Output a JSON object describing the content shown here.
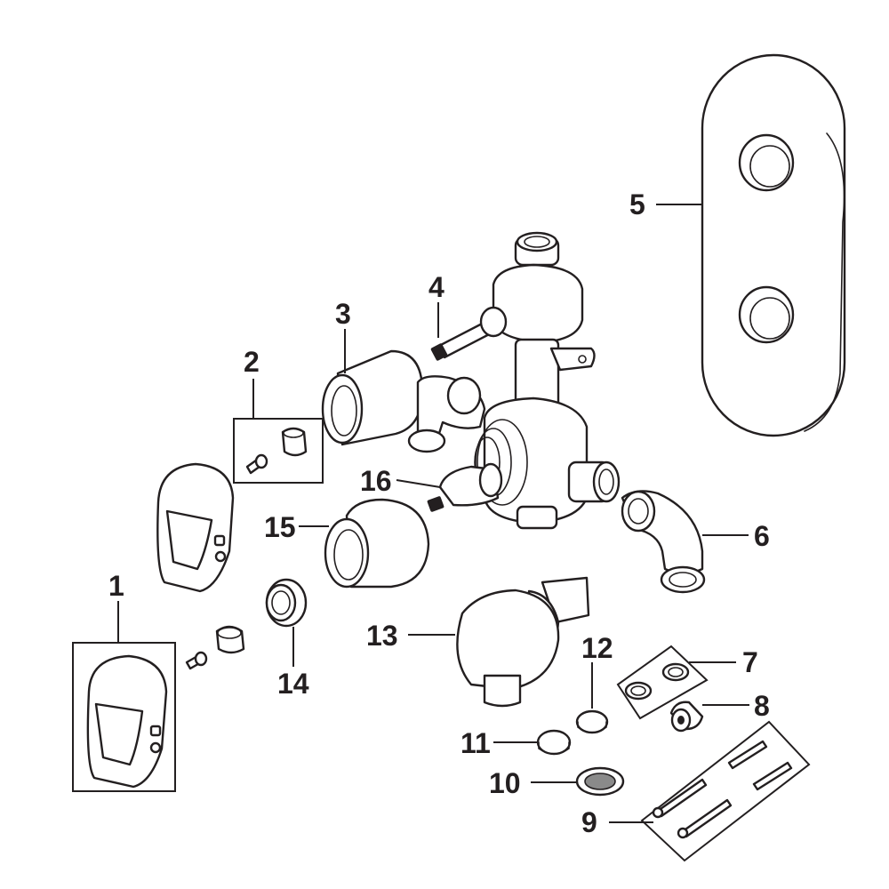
{
  "callouts": {
    "c1": "1",
    "c2": "2",
    "c3": "3",
    "c4": "4",
    "c5": "5",
    "c6": "6",
    "c7": "7",
    "c8": "8",
    "c9": "9",
    "c10": "10",
    "c11": "11",
    "c12": "12",
    "c13": "13",
    "c14": "14",
    "c15": "15",
    "c16": "16"
  },
  "colors": {
    "line": "#231f20",
    "background": "#ffffff"
  }
}
